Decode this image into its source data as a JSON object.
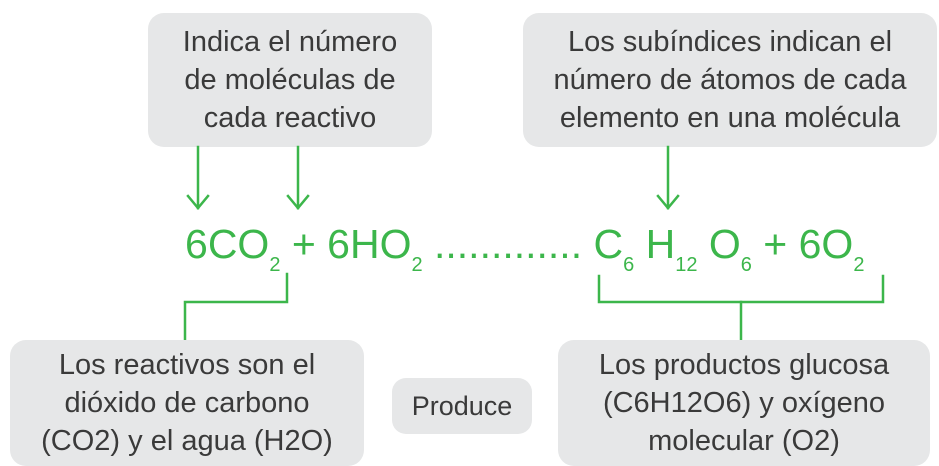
{
  "colors": {
    "equation_green": "#3cb64b",
    "box_fill": "#e6e7e8",
    "box_text": "#3a3a3a"
  },
  "callouts": {
    "top_left": {
      "lines": [
        "Indica el número",
        "de moléculas de",
        "cada reactivo"
      ]
    },
    "top_right": {
      "lines": [
        "Los subíndices indican el",
        "número de átomos de cada",
        "elemento en una molécula"
      ]
    },
    "bottom_left": {
      "lines": [
        "Los reactivos son el",
        "dióxido de carbono",
        "(CO2) y el agua (H2O)"
      ]
    },
    "bottom_right": {
      "lines": [
        "Los productos glucosa",
        "(C6H12O6) y oxígeno",
        "molecular (O2)"
      ]
    },
    "produce": "Produce"
  },
  "equation": {
    "co2_coef": "6",
    "co2_base": "CO",
    "co2_sub": "2",
    "plus_1": " + ",
    "h2o_coef": "6",
    "h2o_base": "HO",
    "h2o_sub": "2",
    "dots": " ............. ",
    "c": "C",
    "c_sub": "6",
    "h": " H",
    "h_sub": "12",
    "o": " O",
    "o_sub": "6",
    "plus_2": " + ",
    "o2_base": "6O",
    "o2_sub": "2"
  }
}
